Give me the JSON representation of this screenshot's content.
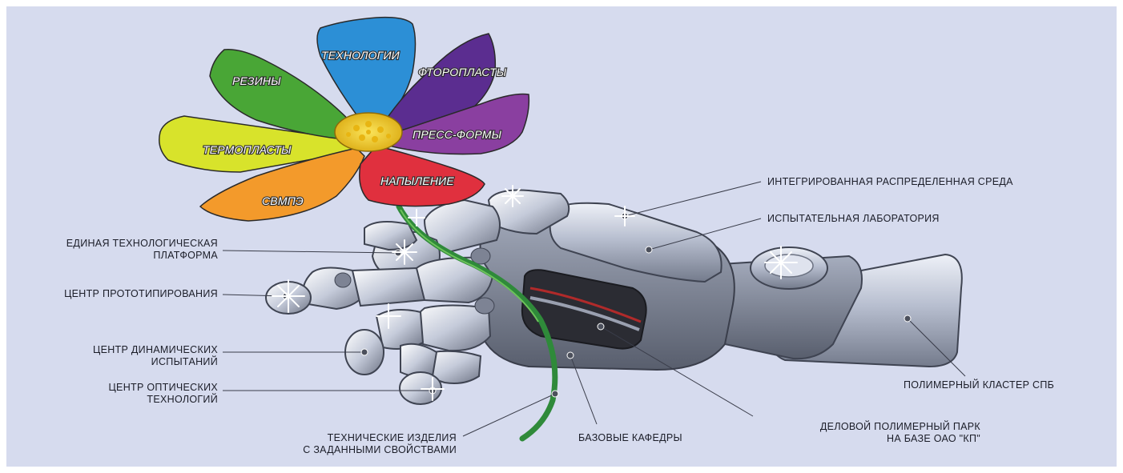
{
  "colors": {
    "background": "#d6dbee",
    "petal_green": "#49a636",
    "petal_blue": "#2c8fd6",
    "petal_violet": "#5b2d90",
    "petal_purple": "#8a3fa0",
    "petal_red": "#e0303e",
    "petal_orange": "#f39a2b",
    "petal_yellow": "#d8e32b",
    "stem": "#2f8a3a",
    "flower_center": "#f4d21a",
    "robot_metal": "#aab2c4",
    "robot_dark": "#6c7282"
  },
  "petals": [
    {
      "key": "rubber",
      "label": "РЕЗИНЫ"
    },
    {
      "key": "tech",
      "label": "ТЕХНОЛОГИИ"
    },
    {
      "key": "fluoro",
      "label": "ФТОРОПЛАСТЫ"
    },
    {
      "key": "press",
      "label": "ПРЕСС-ФОРМЫ"
    },
    {
      "key": "spray",
      "label": "НАПЫЛЕНИЕ"
    },
    {
      "key": "uhmwpe",
      "label": "СВМПЭ"
    },
    {
      "key": "thermo",
      "label": "ТЕРМОПЛАСТЫ"
    }
  ],
  "callouts": {
    "integrated_env": {
      "lines": [
        "ИНТЕГРИРОВАННАЯ РАСПРЕДЕЛЕННАЯ СРЕДА"
      ]
    },
    "test_lab": {
      "lines": [
        "ИСПЫТАТЕЛЬНАЯ ЛАБОРАТОРИЯ"
      ]
    },
    "unified_platform": {
      "lines": [
        "ЕДИНАЯ ТЕХНОЛОГИЧЕСКАЯ",
        "ПЛАТФОРМА"
      ]
    },
    "prototyping": {
      "lines": [
        "ЦЕНТР ПРОТОТИПИРОВАНИЯ"
      ]
    },
    "dynamic_tests": {
      "lines": [
        "ЦЕНТР ДИНАМИЧЕСКИХ",
        "ИСПЫТАНИЙ"
      ]
    },
    "optical_tech": {
      "lines": [
        "ЦЕНТР ОПТИЧЕСКИХ",
        "ТЕХНОЛОГИЙ"
      ]
    },
    "polymer_cluster": {
      "lines": [
        "ПОЛИМЕРНЫЙ КЛАСТЕР СПБ"
      ]
    },
    "business_park": {
      "lines": [
        "ДЕЛОВОЙ ПОЛИМЕРНЫЙ ПАРК",
        "НА БАЗЕ ОАО \"КП\""
      ]
    },
    "base_departments": {
      "lines": [
        "БАЗОВЫЕ КАФЕДРЫ"
      ]
    },
    "tech_products": {
      "lines": [
        "ТЕХНИЧЕСКИЕ ИЗДЕЛИЯ",
        "С ЗАДАННЫМИ СВОЙСТВАМИ"
      ]
    }
  }
}
